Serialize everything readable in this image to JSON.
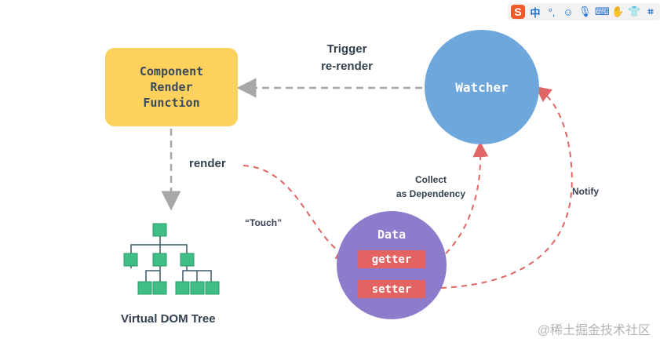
{
  "diagram": {
    "component_box": {
      "line1": "Component",
      "line2": "Render",
      "line3": "Function"
    },
    "watcher_label": "Watcher",
    "data_label": "Data",
    "getter_label": "getter",
    "setter_label": "setter",
    "trigger_line1": "Trigger",
    "trigger_line2": "re-render",
    "render_label": "render",
    "touch_label": "“Touch”",
    "collect_line1": "Collect",
    "collect_line2": "as Dependency",
    "notify_label": "Notify",
    "vdom_label": "Virtual DOM Tree",
    "colors": {
      "component": "#fdd25c",
      "watcher": "#6ea7dc",
      "data": "#8f7bcc",
      "pill": "#e36363",
      "dashed_red": "#e06565",
      "dashed_gray": "#a8a8a8",
      "tree_node": "#3fbf86"
    }
  },
  "toolbar": {
    "logo": "S",
    "ime_label": "中",
    "punct_label": "°,",
    "icons": [
      "emoji-icon",
      "mic-icon",
      "keyboard-icon",
      "hand-icon",
      "shirt-icon",
      "crop-icon"
    ]
  },
  "watermark": "@稀土掘金技术社区"
}
